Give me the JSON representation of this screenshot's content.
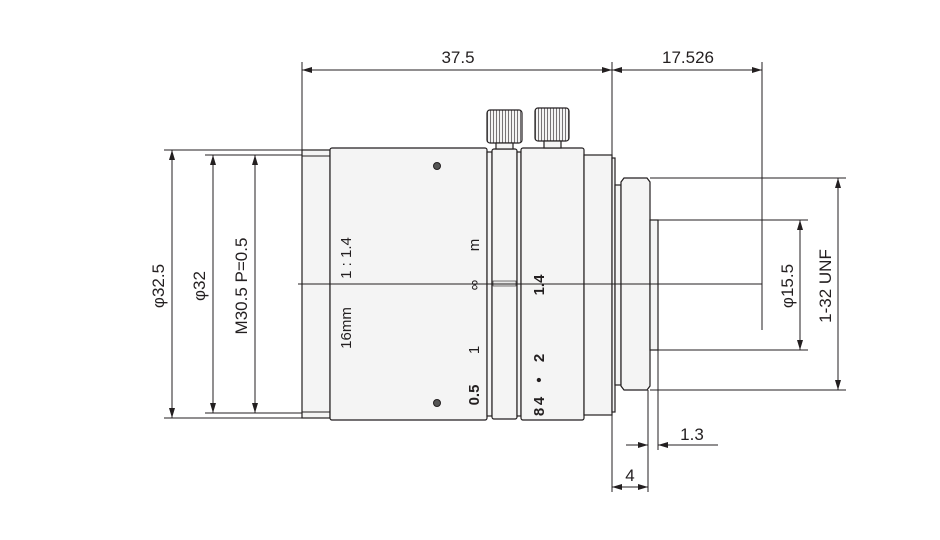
{
  "drawing": {
    "dimensions": {
      "overall_length": "37.5",
      "flange_back": "17.526",
      "outer_diameter": "φ32.5",
      "barrel_diameter": "φ32",
      "filter_thread": "M30.5 P=0.5",
      "rear_diameter": "φ15.5",
      "mount_thread": "1-32 UNF",
      "rear_protrusion": "1.3",
      "mount_length": "4"
    },
    "lens_markings": {
      "aperture": "1 : 1.4",
      "focal_length": "16mm",
      "focus_unit": "m",
      "focus_infinity": "∞",
      "focus_1": "1",
      "focus_05": "0.5",
      "fstop_14": "1.4",
      "fstop_2": "2",
      "fstop_dot": "•",
      "fstop_4": "4",
      "fstop_8": "8"
    }
  }
}
